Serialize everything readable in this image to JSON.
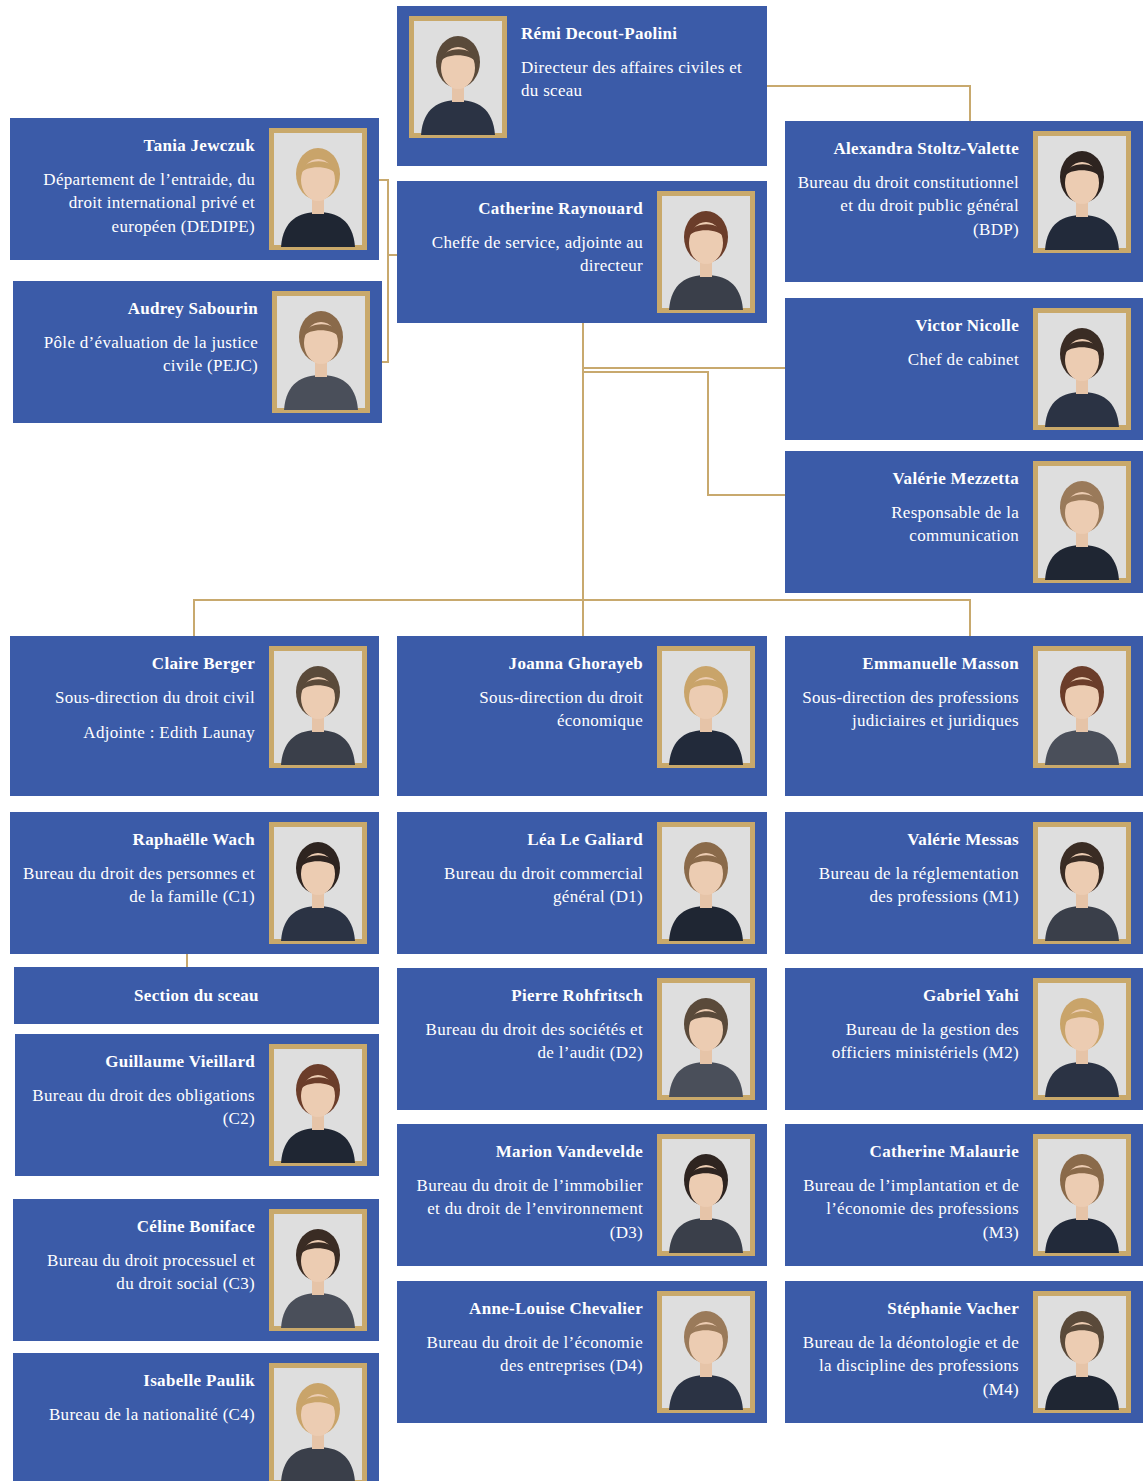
{
  "diagram": {
    "nodes": [
      {
        "text": [
          "Rémi Decout-Paolini",
          "Directeur des affaires civiles et du sceau"
        ]
      },
      {
        "text": [
          "Tania Jewczuk",
          "Département de l’entraide, du droit international privé et européen (DEDIPE)"
        ]
      },
      {
        "text": [
          "Catherine Raynouard",
          "Cheffe de service, adjointe au directeur"
        ]
      },
      {
        "text": [
          "Alexandra Stoltz-Valette",
          "Bureau du droit constitutionnel et du droit public général (BDP)"
        ]
      },
      {
        "text": [
          "Audrey Sabourin",
          "Pôle d’évaluation de la justice civile (PEJC)"
        ]
      },
      {
        "text": [
          "Victor Nicolle",
          "Chef de cabinet"
        ]
      },
      {
        "text": [
          "Valérie Mezzetta",
          "Responsable de la communication"
        ]
      },
      {
        "text": [
          "Claire Berger",
          "Sous-direction du droit civil",
          "Adjointe : Edith Launay"
        ]
      },
      {
        "text": [
          "Joanna Ghorayeb",
          "Sous-direction du droit économique"
        ]
      },
      {
        "text": [
          "Emmanuelle Masson",
          "Sous-direction des professions judiciaires et juridiques"
        ]
      },
      {
        "text": [
          "Raphaëlle Wach",
          "Bureau du droit des personnes et de la famille (C1)"
        ]
      },
      {
        "text": [
          "Léa Le Galiard",
          "Bureau du droit commercial général (D1)"
        ]
      },
      {
        "text": [
          "Valérie Messas",
          "Bureau de la réglementation des professions (M1)"
        ]
      },
      {
        "text": [
          "Section du sceau"
        ]
      },
      {
        "text": [
          "Pierre Rohfritsch",
          "Bureau du droit des sociétés et de l’audit (D2)"
        ]
      },
      {
        "text": [
          "Gabriel Yahi",
          "Bureau de la gestion des officiers ministériels (M2)"
        ]
      },
      {
        "text": [
          "Guillaume Vieillard",
          "Bureau du droit des obligations (C2)"
        ]
      },
      {
        "text": [
          "Marion Vandevelde",
          "Bureau du droit de l’immobilier et du droit de l’environnement (D3)"
        ]
      },
      {
        "text": [
          "Catherine Malaurie",
          "Bureau de l’implantation et de l’économie des professions (M3)"
        ]
      },
      {
        "text": [
          "Céline Boniface",
          "Bureau du droit processuel et du droit social (C3)"
        ]
      },
      {
        "text": [
          "Anne-Louise Chevalier",
          "Bureau du droit de l’économie des entreprises (D4)"
        ]
      },
      {
        "text": [
          "Stéphanie Vacher",
          "Bureau de la déontologie et de la discipline des professions (M4)"
        ]
      },
      {
        "text": [
          "Isabelle Paulik",
          "Bureau de la nationalité (C4)"
        ]
      }
    ],
    "edges": [
      {
        "from": 0,
        "to": 3,
        "arrow": "none"
      },
      {
        "from": 2,
        "to": 1,
        "arrow": "none"
      },
      {
        "from": 2,
        "to": 4,
        "arrow": "none"
      },
      {
        "from": 2,
        "to": 5,
        "arrow": "none"
      },
      {
        "from": 2,
        "to": 6,
        "arrow": "none"
      },
      {
        "from": 2,
        "to": 7,
        "arrow": "none"
      },
      {
        "from": 2,
        "to": 8,
        "arrow": "none"
      },
      {
        "from": 2,
        "to": 9,
        "arrow": "none"
      },
      {
        "from": 10,
        "to": 13,
        "arrow": "none"
      }
    ]
  }
}
